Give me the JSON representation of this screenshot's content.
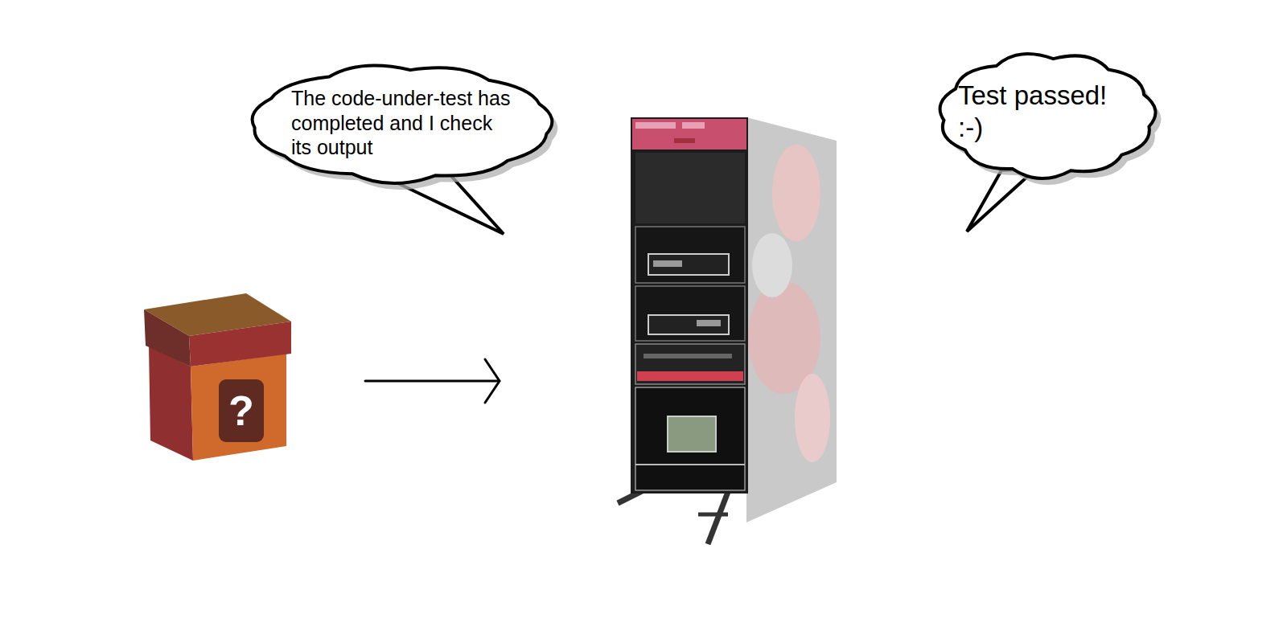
{
  "diagram": {
    "nodes": [
      {
        "text": [
          "The code-under-test has completed and I check its output"
        ]
      },
      {
        "text": [
          "Test passed! :-)"
        ]
      }
    ],
    "labels": [
      "?"
    ]
  }
}
